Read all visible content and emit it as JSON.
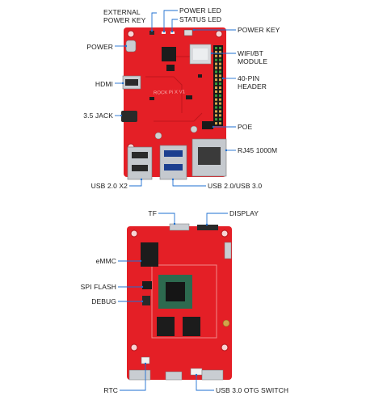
{
  "diagram": {
    "colors": {
      "pcb": "#e41f26",
      "pcb_dark": "#b3141a",
      "leader_line": "#1e6fd0",
      "chip": "#1c1c1c",
      "metal": "#c9cdd2"
    },
    "top_board": {
      "silkscreen": "ROCK Pi X V1",
      "labels": {
        "external_power_key": "EXTERNAL POWER KEY",
        "power_led": "POWER LED",
        "status_led": "STATUS LED",
        "power_key": "POWER KEY",
        "power": "POWER",
        "wifi_bt_module": "WIFI/BT MODULE",
        "hdmi": "HDMI",
        "header_40pin": "40-PIN HEADER",
        "jack_35": "3.5 JACK",
        "poe": "POE",
        "rj45": "RJ45 1000M",
        "usb20_x2": "USB 2.0 X2",
        "usb20_30": "USB 2.0/USB 3.0"
      }
    },
    "bottom_board": {
      "labels": {
        "tf": "TF",
        "display": "DISPLAY",
        "emmc": "eMMC",
        "spi_flash": "SPI FLASH",
        "debug": "DEBUG",
        "rtc": "RTC",
        "usb30_otg_switch": "USB 3.0 OTG SWITCH"
      }
    }
  }
}
